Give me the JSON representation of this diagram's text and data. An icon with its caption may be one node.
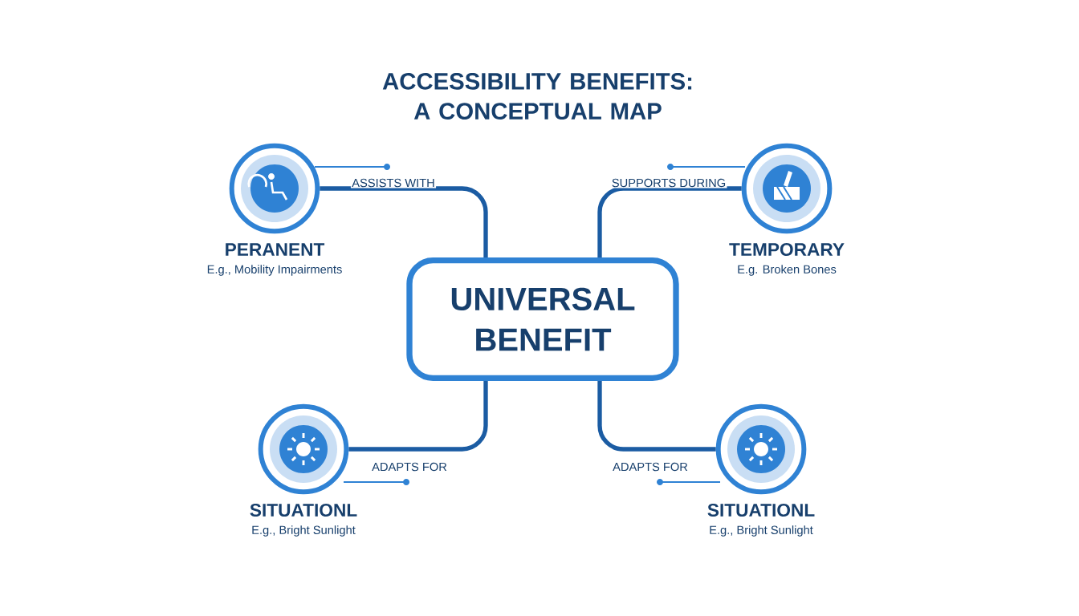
{
  "diagram": {
    "title": "ACCESSIBILITY BENEFITS: A CONCEPTUAL MAP",
    "nodes": [
      {
        "text": [
          "PERANENT",
          "E.g., Mobility Impairments"
        ]
      },
      {
        "text": [
          "TEMPORARY",
          "E.g. Broken Bones"
        ]
      },
      {
        "text": [
          "UNIVERSAL BENEFIT"
        ]
      },
      {
        "text": [
          "SITUATIONL",
          "E.g., Bright Sunlight"
        ]
      },
      {
        "text": [
          "SITUATIONL",
          "E.g., Bright Sunlight"
        ]
      }
    ],
    "edges": [
      {
        "from": 2,
        "to": 0,
        "arrow": "none",
        "label": "ASSISTS WITH"
      },
      {
        "from": 2,
        "to": 1,
        "arrow": "none",
        "label": "SUPPORTS DURING"
      },
      {
        "from": 2,
        "to": 3,
        "arrow": "none",
        "label": "ADAPTS FOR"
      },
      {
        "from": 2,
        "to": 4,
        "arrow": "none",
        "label": "ADAPTS FOR"
      }
    ]
  }
}
